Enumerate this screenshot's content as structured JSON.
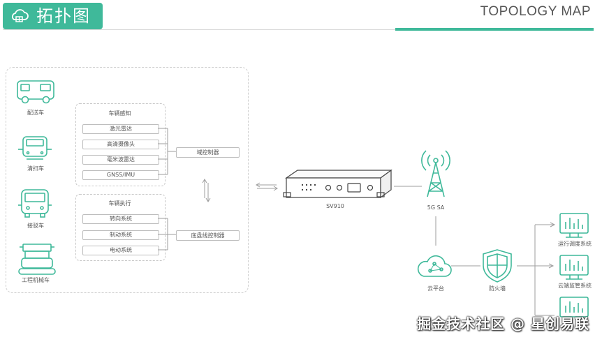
{
  "header": {
    "title": "拓扑图",
    "subtitle_en": "TOPOLOGY MAP"
  },
  "vehicles": [
    {
      "label": "配送车",
      "icon": "delivery-truck-icon"
    },
    {
      "label": "清扫车",
      "icon": "sweeper-vehicle-icon"
    },
    {
      "label": "接驳车",
      "icon": "shuttle-bus-icon"
    },
    {
      "label": "工程机械车",
      "icon": "construction-machinery-icon"
    }
  ],
  "perception": {
    "title": "车辆感知",
    "items": [
      "激光雷达",
      "高清摄像头",
      "毫米波雷达",
      "GNSS/IMU"
    ],
    "controller": "域控制器"
  },
  "execution": {
    "title": "车辆执行",
    "items": [
      "转向系统",
      "制动系统",
      "电动系统"
    ],
    "controller": "底盘线控制器"
  },
  "router": {
    "label": "SV910",
    "icon": "router-device-icon"
  },
  "tower": {
    "label": "5G SA",
    "icon": "cell-tower-icon"
  },
  "cloud": {
    "label": "云平台",
    "icon": "cloud-platform-icon"
  },
  "firewall": {
    "label": "防火墙",
    "icon": "firewall-shield-icon"
  },
  "systems": [
    {
      "label": "运行调度系统",
      "icon": "dashboard-monitor-icon"
    },
    {
      "label": "云端监管系统",
      "icon": "dashboard-monitor-icon"
    },
    {
      "label": "",
      "icon": "dashboard-monitor-icon"
    }
  ],
  "watermark": "掘金技术社区 @ 星创易联",
  "colors": {
    "accent": "#3fb99a",
    "line": "#9e9e9e",
    "text": "#555555"
  }
}
